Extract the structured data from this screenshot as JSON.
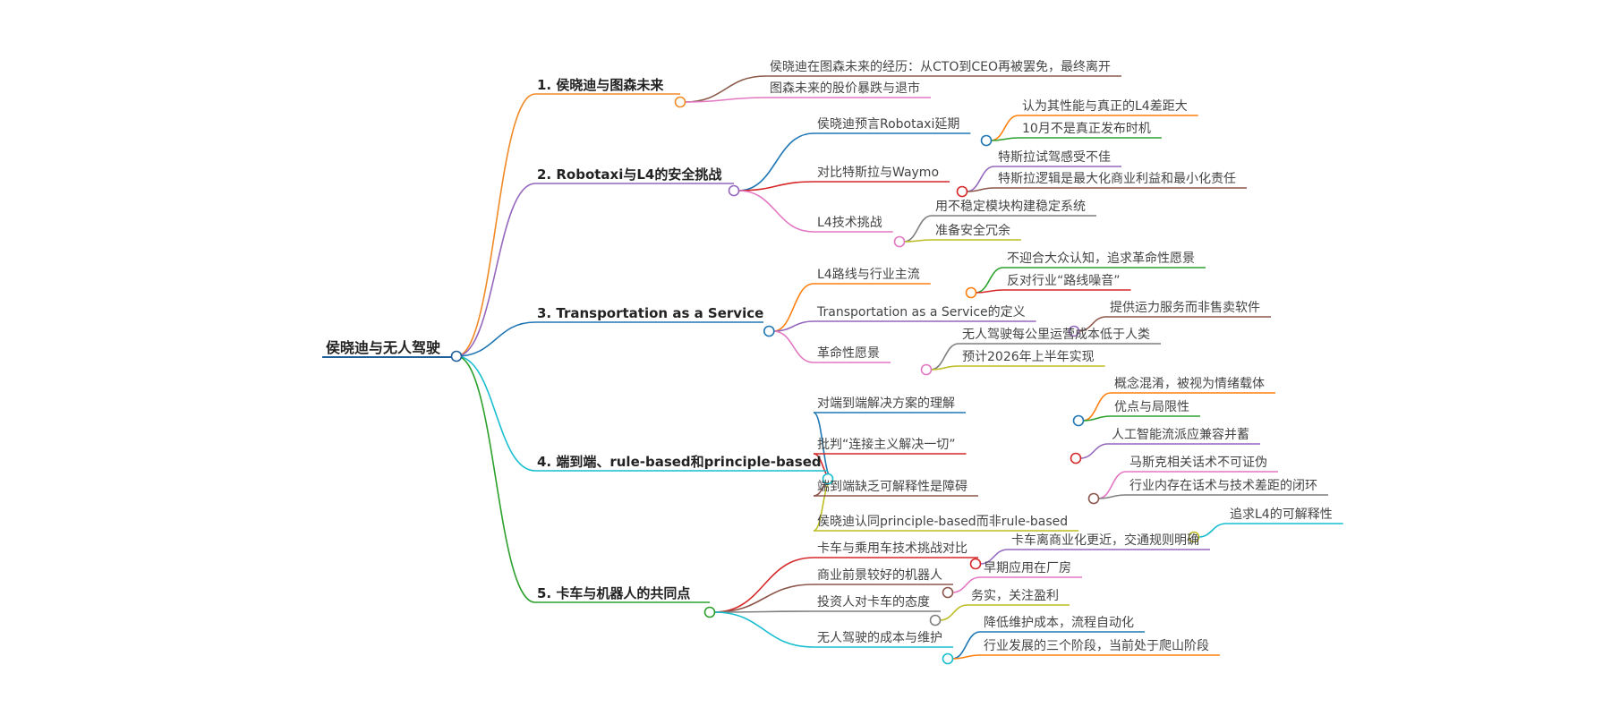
{
  "root": {
    "label": "侯晓迪与无人驾驶",
    "color": "#1f5e99",
    "children": [
      {
        "label": "1. 侯晓迪与图森未来",
        "color": "#f08a26",
        "children": [
          {
            "label": "侯晓迪在图森未来的经历：从CTO到CEO再被罢免，最终离开",
            "color": "#8b5a4a"
          },
          {
            "label": "图森未来的股价暴跌与退市",
            "color": "#e377c2"
          }
        ]
      },
      {
        "label": "2. Robotaxi与L4的安全挑战",
        "color": "#9467bd",
        "children": [
          {
            "label": "侯晓迪预言Robotaxi延期",
            "color": "#1f77b4",
            "children": [
              {
                "label": "认为其性能与真正的L4差距大",
                "color": "#ff7f0e"
              },
              {
                "label": "10月不是真正发布时机",
                "color": "#2ca02c"
              }
            ]
          },
          {
            "label": "对比特斯拉与Waymo",
            "color": "#d62728",
            "children": [
              {
                "label": "特斯拉试驾感受不佳",
                "color": "#9467bd"
              },
              {
                "label": "特斯拉逻辑是最大化商业利益和最小化责任",
                "color": "#8c564b"
              }
            ]
          },
          {
            "label": "L4技术挑战",
            "color": "#e377c2",
            "children": [
              {
                "label": "用不稳定模块构建稳定系统",
                "color": "#7f7f7f"
              },
              {
                "label": "准备安全冗余",
                "color": "#bcbd22"
              }
            ]
          }
        ]
      },
      {
        "label": "3. Transportation as a Service",
        "color": "#1f77b4",
        "children": [
          {
            "label": "L4路线与行业主流",
            "color": "#ff7f0e",
            "children": [
              {
                "label": "不迎合大众认知，追求革命性愿景",
                "color": "#2ca02c"
              },
              {
                "label": "反对行业“路线噪音”",
                "color": "#d62728"
              }
            ]
          },
          {
            "label": "Transportation as a Service的定义",
            "color": "#9467bd",
            "children": [
              {
                "label": "提供运力服务而非售卖软件",
                "color": "#8c564b"
              }
            ]
          },
          {
            "label": "革命性愿景",
            "color": "#e377c2",
            "children": [
              {
                "label": "无人驾驶每公里运营成本低于人类",
                "color": "#7f7f7f"
              },
              {
                "label": "预计2026年上半年实现",
                "color": "#bcbd22"
              }
            ]
          }
        ]
      },
      {
        "label": "4. 端到端、rule-based和principle-based",
        "color": "#17becf",
        "children": [
          {
            "label": "对端到端解决方案的理解",
            "color": "#1f77b4",
            "children": [
              {
                "label": "概念混淆，被视为情绪载体",
                "color": "#ff7f0e"
              },
              {
                "label": "优点与局限性",
                "color": "#2ca02c"
              }
            ]
          },
          {
            "label": "批判“连接主义解决一切”",
            "color": "#d62728",
            "children": [
              {
                "label": "人工智能流派应兼容并蓄",
                "color": "#9467bd"
              }
            ]
          },
          {
            "label": "端到端缺乏可解释性是障碍",
            "color": "#8c564b",
            "children": [
              {
                "label": "马斯克相关话术不可证伪",
                "color": "#e377c2"
              },
              {
                "label": "行业内存在话术与技术差距的闭环",
                "color": "#7f7f7f"
              }
            ]
          },
          {
            "label": "侯晓迪认同principle-based而非rule-based",
            "color": "#bcbd22",
            "children": [
              {
                "label": "追求L4的可解释性",
                "color": "#17becf"
              }
            ]
          }
        ]
      },
      {
        "label": "5. 卡车与机器人的共同点",
        "color": "#2ca02c",
        "children": [
          {
            "label": "卡车与乘用车技术挑战对比",
            "color": "#d62728",
            "children": [
              {
                "label": "卡车离商业化更近，交通规则明确",
                "color": "#9467bd"
              }
            ]
          },
          {
            "label": "商业前景较好的机器人",
            "color": "#8c564b",
            "children": [
              {
                "label": "早期应用在厂房",
                "color": "#e377c2"
              }
            ]
          },
          {
            "label": "投资人对卡车的态度",
            "color": "#7f7f7f",
            "children": [
              {
                "label": "务实，关注盈利",
                "color": "#bcbd22"
              }
            ]
          },
          {
            "label": "无人驾驶的成本与维护",
            "color": "#17becf",
            "children": [
              {
                "label": "降低维护成本，流程自动化",
                "color": "#1f77b4"
              },
              {
                "label": "行业发展的三个阶段，当前处于爬山阶段",
                "color": "#ff7f0e"
              }
            ]
          }
        ]
      }
    ]
  }
}
